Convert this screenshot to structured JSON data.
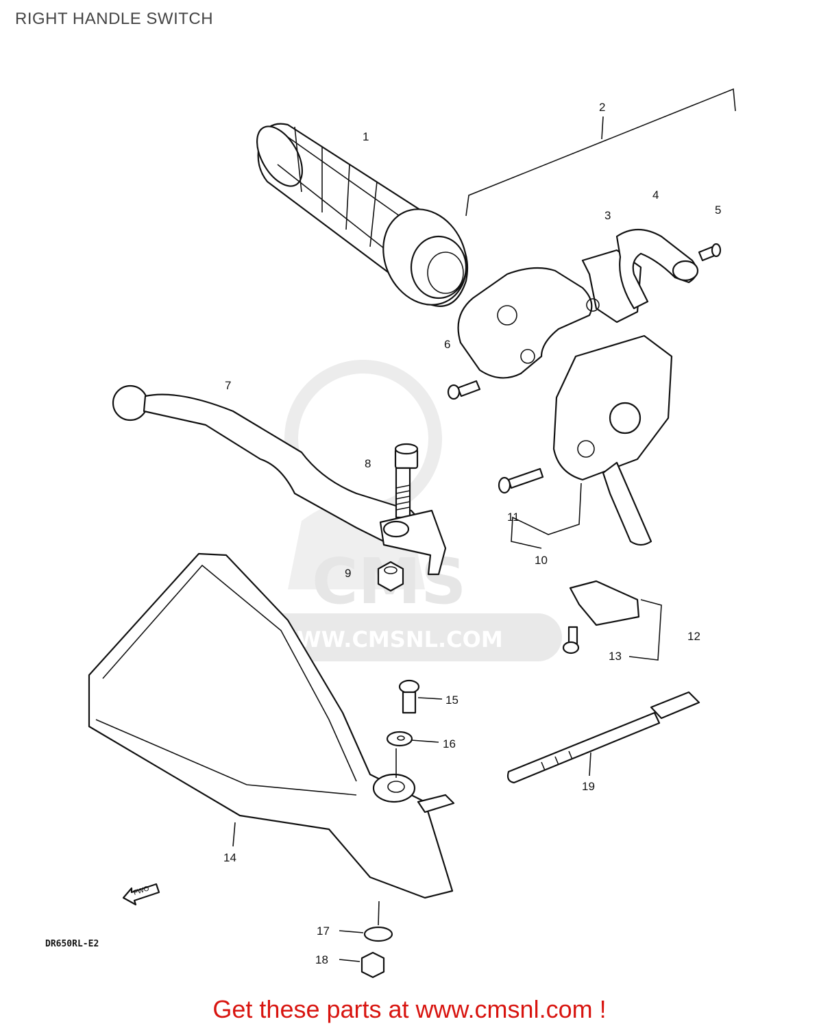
{
  "title": "RIGHT HANDLE SWITCH",
  "watermark": {
    "logo_text": "CMS",
    "url_text": "WWW.CMSNL.COM"
  },
  "fwd_arrow_label": "FWO",
  "model_code": "DR650RL-E2",
  "footer_link": "Get these parts at www.cmsnl.com !",
  "colors": {
    "title": "#444444",
    "footer": "#d8140f",
    "watermark": "#e6e6e6",
    "linework": "#111111"
  },
  "callouts": [
    "1",
    "2",
    "3",
    "4",
    "5",
    "6",
    "7",
    "8",
    "9",
    "10",
    "11",
    "12",
    "13",
    "14",
    "15",
    "16",
    "17",
    "18",
    "19"
  ]
}
